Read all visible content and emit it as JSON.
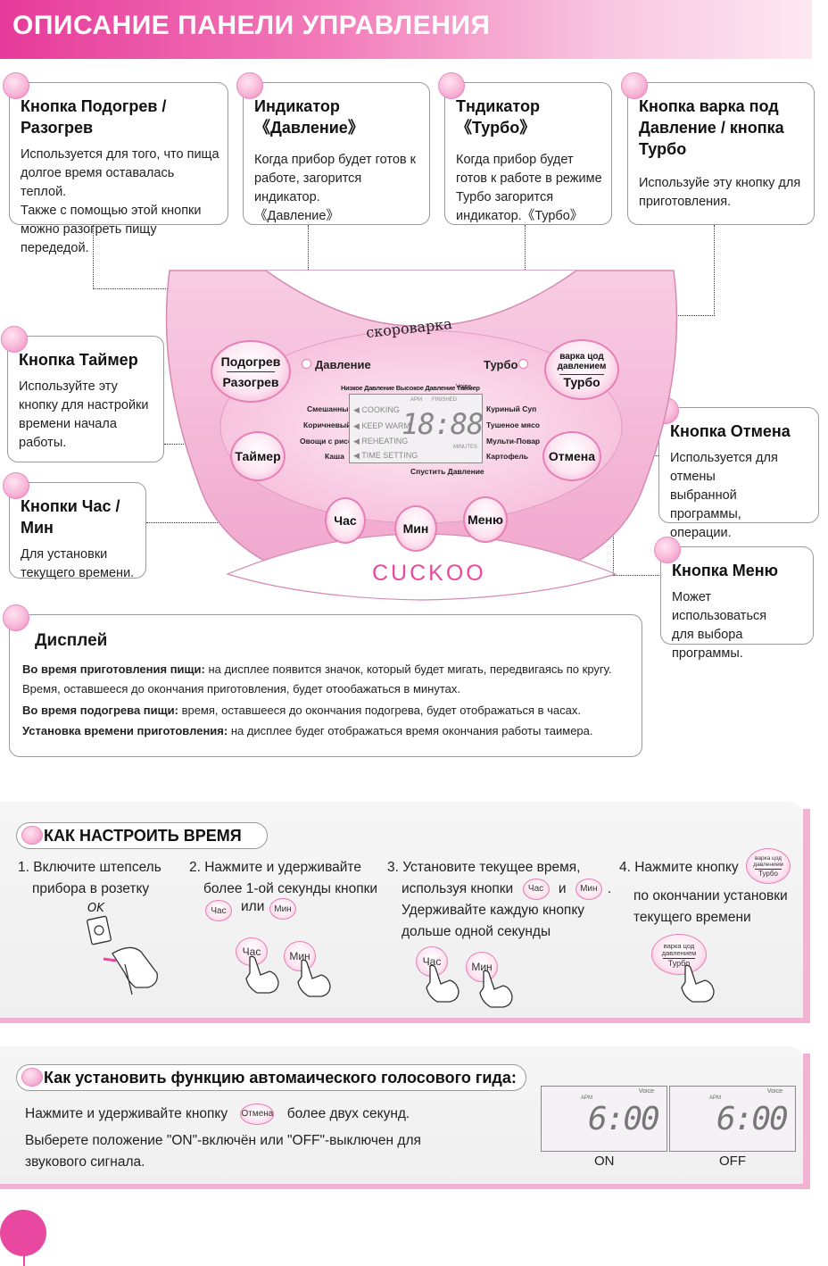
{
  "header": {
    "title": "ОПИСАНИЕ ПАНЕЛИ УПРАВЛЕНИЯ"
  },
  "callouts": {
    "reheat": {
      "title": "Кнопка Подогрев / Разогрев",
      "lines": [
        "Используется  для того, что пища",
        "долгое время оставалась теплой.",
        "Также с помощью этой кнопки",
        "можно разогреть пищу передедой."
      ]
    },
    "pressure_ind": {
      "title": "Индикатор  《Давление》",
      "lines": [
        "Когда прибор будет готов к",
        "работе, загорится индикатор.",
        "《Давление》"
      ]
    },
    "turbo_ind": {
      "title": "Тндикатор《Турбо》",
      "lines": [
        "Когда прибор будет",
        "готов к работе в режиме",
        "Турбо загорится",
        "индикатор.《Турбо》"
      ]
    },
    "pressure_btn": {
      "title1": "Кнопка варка под",
      "title2": "Давление / кнопка Турбо",
      "lines": [
        "Используйе эту кнопку для",
        "приготовления."
      ]
    },
    "timer": {
      "title": "Кнопка Таймер",
      "lines": [
        "Используйте эту",
        "кнопку для настройки",
        "времени начала работы."
      ]
    },
    "hourmin": {
      "title": "Кнопки Час / Мин",
      "lines": [
        "Для установки",
        "текущего времени."
      ]
    },
    "cancel": {
      "title": "Кнопка Отмена",
      "lines": [
        "Используется для отмены",
        "выбранной программы,",
        "операции."
      ]
    },
    "menu": {
      "title": "Кнопка Меню",
      "lines": [
        "Может использоваться",
        "для выбора программы."
      ]
    }
  },
  "panel": {
    "brand_arc": "скороварка",
    "logo": "CUCKOO",
    "btn_reheat_top": "Подогрев",
    "btn_reheat_bottom": "Разогрев",
    "ind_pressure": "Давление",
    "ind_turbo": "Турбо",
    "btn_pressure_top1": "варка цод",
    "btn_pressure_top2": "давлением",
    "btn_pressure_bottom": "Турбо",
    "btn_timer": "Таймер",
    "btn_cancel": "Отмена",
    "btn_hour": "Час",
    "btn_min": "Мин",
    "btn_menu": "Меню",
    "lcd_top": "Низкое Давление Высокое Давление Таймер",
    "lcd_voice": "Voice",
    "left_programs": [
      "Смешанный",
      "Коричневый",
      "Овощи с рисом",
      "Каша"
    ],
    "right_programs": [
      "Куриный Суп",
      "Тушеное мясо",
      "Мульти-Повар",
      "Картофель"
    ],
    "lcd_modes": [
      "COOKING",
      "KEEP WARM",
      "REHEATING",
      "TIME SETTING"
    ],
    "lcd_apm": "APM",
    "lcd_finished": "FINISHED",
    "lcd_minutes": "MINUTES",
    "lcd_digits": "18:88",
    "release": "Спустить Давление"
  },
  "display": {
    "title": "Дисплей",
    "l1_bold": "Во время приготовления пищи:",
    "l1_text": "  на дисплее появится значок, который будет мигать, передвигаясь по кругу.",
    "l2_text": "Время, оставшееся до окончания приготовления, будет отообажаться в минутах.",
    "l3_bold": "Во время подогрева пищи:",
    "l3_text": "  время, оставшееся до окончания подогрева, будет отображаться в часах.",
    "l4_bold": "Установка времени приготовления:",
    "l4_text": " на дисплее будег отображаться время окончания работы таимера."
  },
  "time_setup": {
    "title": "КАК НАСТРОИТЬ ВРЕМЯ",
    "step1": [
      "1. Включите штепсель",
      "прибора в розетку"
    ],
    "ok_label": "OK",
    "step2": [
      "2. Нажмите и удерживайте",
      "более 1-ой секунды кнопки"
    ],
    "or": "или",
    "step3_a": "3. Установите текущее время,",
    "step3_b": "используя кнопки",
    "and": "и",
    "step3_c": "Удерживайте каждую кнопку",
    "step3_d": "дольше одной секунды",
    "step4_a": "4. Нажмите кнопку",
    "step4_b": "по окончании установки",
    "step4_c": "текущего времени",
    "hour": "Час",
    "min": "Мин",
    "press_top1": "варка цод",
    "press_top2": "давлением",
    "press_bottom": "Турбо"
  },
  "voice": {
    "title": "Как установить функцию автомаического голосового гида:",
    "l1_a": "Нажмите и удерживайте кнопку",
    "cancel": "Отмена",
    "l1_b": "более двух секунд.",
    "l2": "Выберете положение \"ON\"-включён или \"OFF\"-выключен для",
    "l3": "звукового сигнала.",
    "digits": "6:00",
    "voice_label": "Voice",
    "apm": "APM",
    "on": "ON",
    "off": "OFF"
  },
  "colors": {
    "accent": "#e8489f",
    "pink_light": "#f8c7e0",
    "panel": "#f4b6d6"
  }
}
